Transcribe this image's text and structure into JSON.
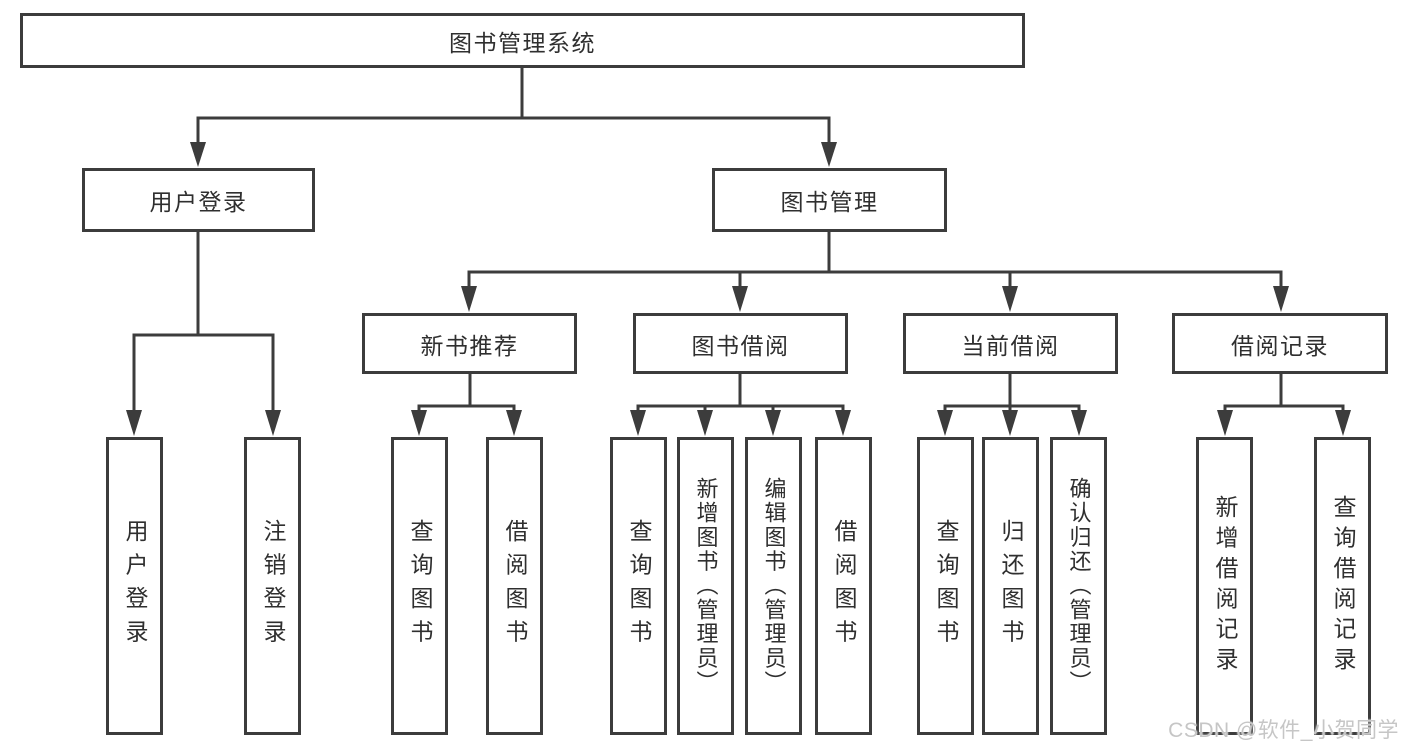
{
  "diagram": {
    "root": {
      "label": "图书管理系统"
    },
    "level2": [
      {
        "label": "用户登录"
      },
      {
        "label": "图书管理"
      }
    ],
    "level3": [
      {
        "label": "新书推荐"
      },
      {
        "label": "图书借阅"
      },
      {
        "label": "当前借阅"
      },
      {
        "label": "借阅记录"
      }
    ],
    "level4": [
      {
        "label": "用户登录"
      },
      {
        "label": "注销登录"
      },
      {
        "label": "查询图书"
      },
      {
        "label": "借阅图书"
      },
      {
        "label": "查询图书"
      },
      {
        "label": "新增图书（管理员）"
      },
      {
        "label": "编辑图书（管理员）"
      },
      {
        "label": "借阅图书"
      },
      {
        "label": "查询图书"
      },
      {
        "label": "归还图书"
      },
      {
        "label": "确认归还（管理员）"
      },
      {
        "label": "新增借阅记录"
      },
      {
        "label": "查询借阅记录"
      }
    ],
    "colors": {
      "line": "#3c3c3c",
      "text": "#2f2f2f",
      "background": "#ffffff",
      "watermark": "#c6c6c6"
    }
  },
  "watermark": {
    "text": "CSDN @软件_小贺同学"
  }
}
